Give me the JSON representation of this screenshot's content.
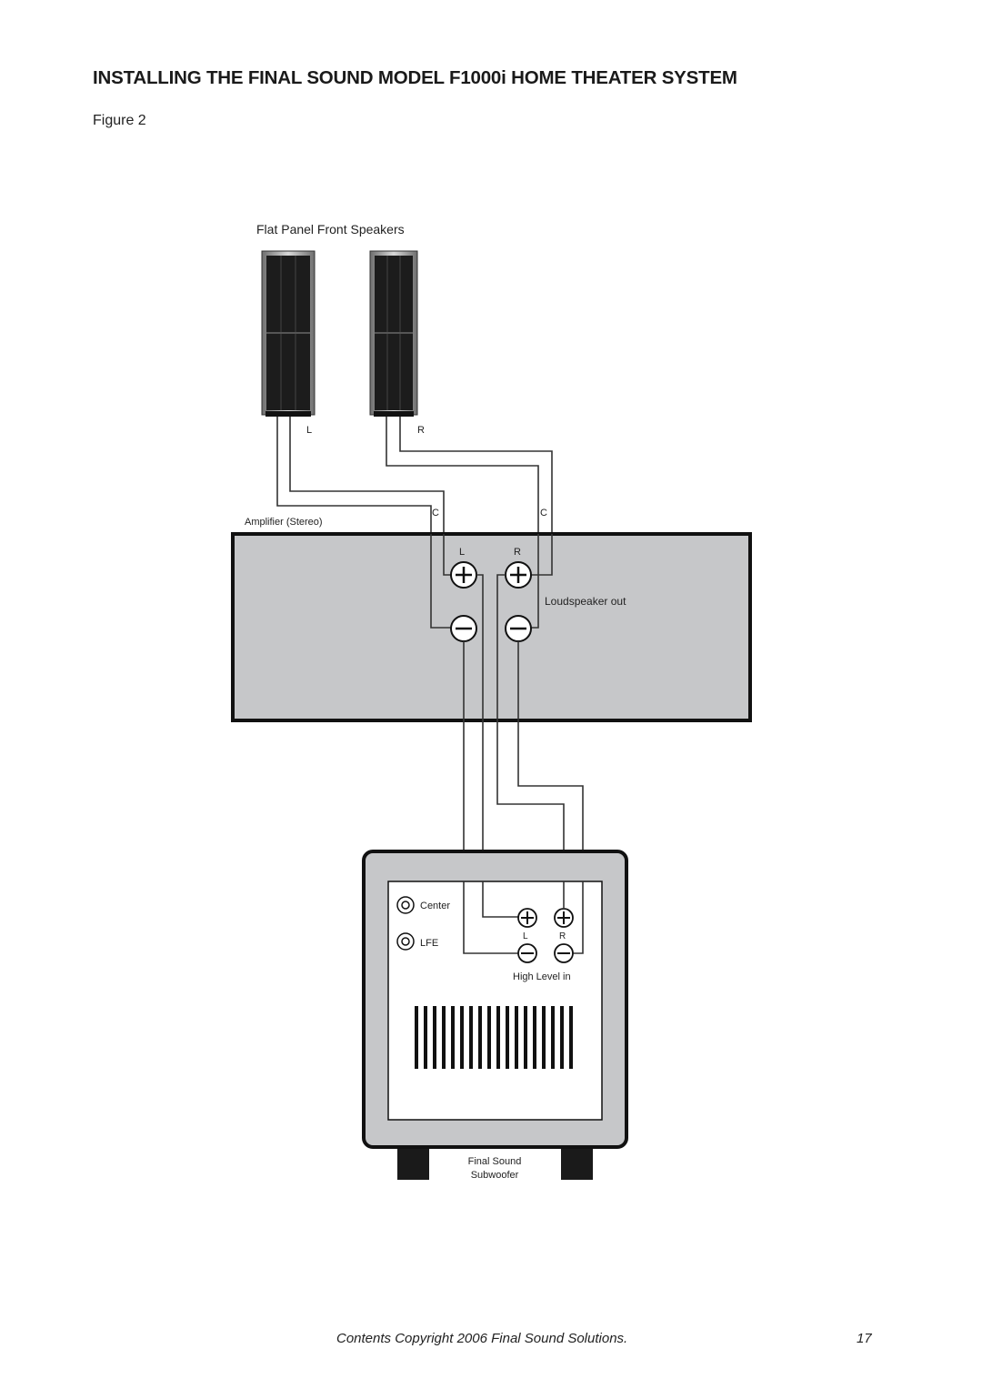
{
  "page": {
    "title": "INSTALLING THE FINAL SOUND MODEL F1000i HOME THEATER SYSTEM",
    "figure_label": "Figure 2",
    "footer": "Contents Copyright 2006 Final Sound Solutions.",
    "page_number": "17"
  },
  "diagram": {
    "speakers_label": "Flat Panel Front Speakers",
    "speaker_left_label": "L",
    "speaker_right_label": "R",
    "amplifier_label": "Amplifier (Stereo)",
    "common_left_label": "C",
    "common_right_label": "C",
    "amp_left_label": "L",
    "amp_right_label": "R",
    "loudspeaker_out_label": "Loudspeaker out",
    "sub_center_label": "Center",
    "sub_lfe_label": "LFE",
    "sub_left_label": "L",
    "sub_right_label": "R",
    "high_level_label": "High Level in",
    "subwoofer_label_line1": "Final Sound",
    "subwoofer_label_line2": "Subwoofer",
    "colors": {
      "amp_fill": "#c6c7c9",
      "sub_fill": "#c6c7c9",
      "speaker_grille": "#1c1c1c",
      "speaker_frame": "#9a9a9a"
    }
  }
}
